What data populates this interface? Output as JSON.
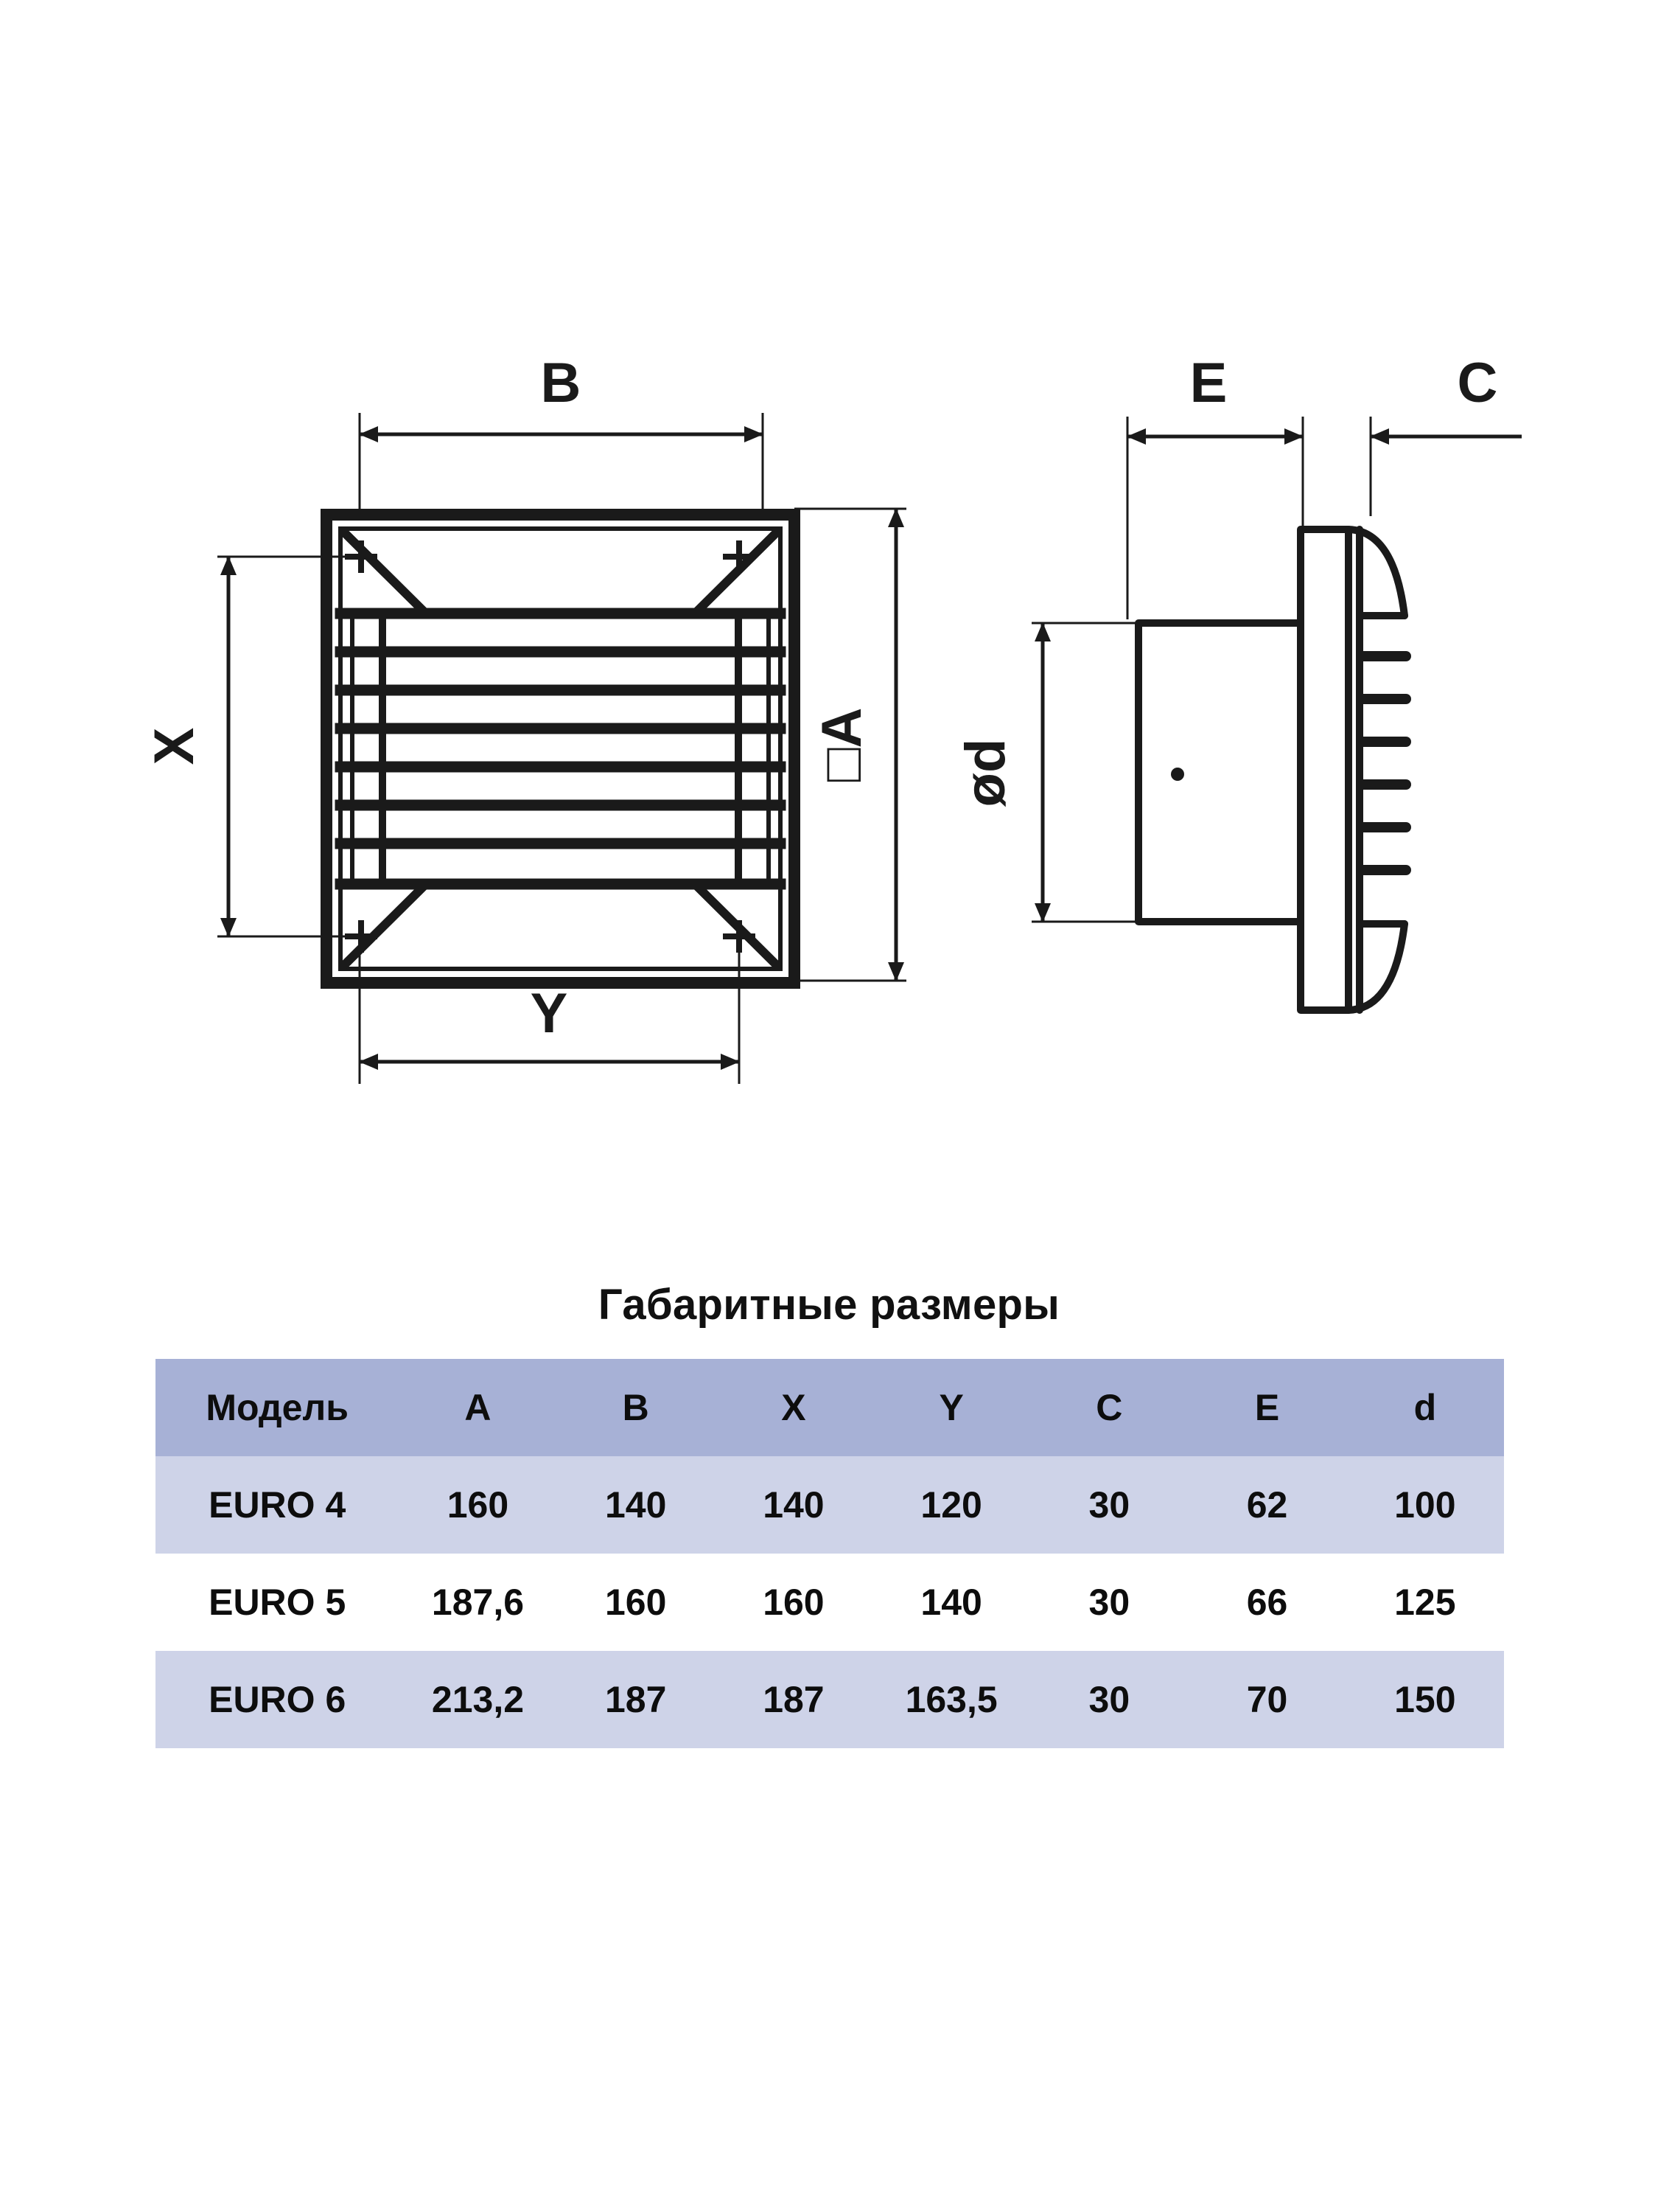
{
  "drawing": {
    "front_view": {
      "labels": {
        "b": "B",
        "x": "X",
        "y": "Y",
        "a": "□A"
      }
    },
    "side_view": {
      "labels": {
        "e": "E",
        "c": "C",
        "d": "ød"
      }
    }
  },
  "table": {
    "title": "Габаритные размеры",
    "headers": [
      "Модель",
      "A",
      "B",
      "X",
      "Y",
      "C",
      "E",
      "d"
    ],
    "rows": [
      {
        "model": "EURO 4",
        "A": "160",
        "B": "140",
        "X": "140",
        "Y": "120",
        "C": "30",
        "E": "62",
        "d": "100"
      },
      {
        "model": "EURO 5",
        "A": "187,6",
        "B": "160",
        "X": "160",
        "Y": "140",
        "C": "30",
        "E": "66",
        "d": "125"
      },
      {
        "model": "EURO 6",
        "A": "213,2",
        "B": "187",
        "X": "187",
        "Y": "163,5",
        "C": "30",
        "E": "70",
        "d": "150"
      }
    ],
    "colors": {
      "header_bg": "#a7b1d6",
      "shaded_row_bg": "#ced3e8",
      "plain_row_bg": "#ffffff",
      "text": "#0d0d0d"
    }
  }
}
